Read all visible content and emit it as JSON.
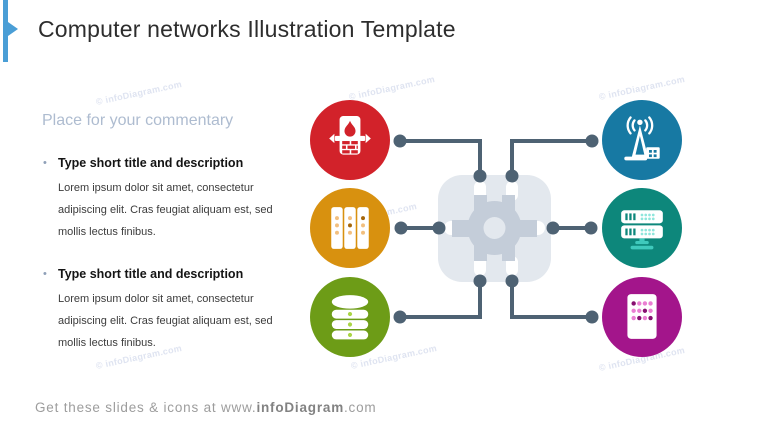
{
  "slide": {
    "title": "Computer networks Illustration Template",
    "watermark": "© infoDiagram.com",
    "footer": {
      "prefix": "Get these slides & icons at www.",
      "brand": "infoDiagram",
      "suffix": ".com"
    },
    "accent_color": "#4a9ed6"
  },
  "commentary": {
    "heading": "Place for your commentary",
    "bullet_marker": "•",
    "items": [
      {
        "title": "Type short title and description",
        "body": "Lorem ipsum dolor sit amet, consectetur adipiscing elit.  Cras feugiat aliquam est, sed mollis lectus finibus."
      },
      {
        "title": "Type short title and description",
        "body": "Lorem ipsum dolor sit amet, consectetur adipiscing elit.  Cras feugiat aliquam est, sed mollis lectus finibus."
      }
    ]
  },
  "diagram": {
    "connector_color": "#4e6273",
    "hub": {
      "bg": "#e3e8ee",
      "gear": "#c4cdd9"
    },
    "nodes": [
      {
        "name": "firewall",
        "position": "top-left",
        "color": "#d2222a",
        "accent1": "#d2222a",
        "accent2": "#d2222a"
      },
      {
        "name": "server-rack",
        "position": "middle-left",
        "color": "#d8910f",
        "accent1": "#f2bf7e",
        "accent2": "#a5660a"
      },
      {
        "name": "database",
        "position": "bottom-left",
        "color": "#6d9c17",
        "accent1": "#a9d544",
        "accent2": "#6d9c17"
      },
      {
        "name": "radio-tower",
        "position": "top-right",
        "color": "#1779a3",
        "accent1": "#1779a3",
        "accent2": "#1779a3"
      },
      {
        "name": "network-server",
        "position": "middle-right",
        "color": "#0d877b",
        "accent1": "#8fe6dc",
        "accent2": "#3fc9bc"
      },
      {
        "name": "mainframe",
        "position": "bottom-right",
        "color": "#a3158b",
        "accent1": "#ea7fd2",
        "accent2": "#871070"
      }
    ]
  }
}
